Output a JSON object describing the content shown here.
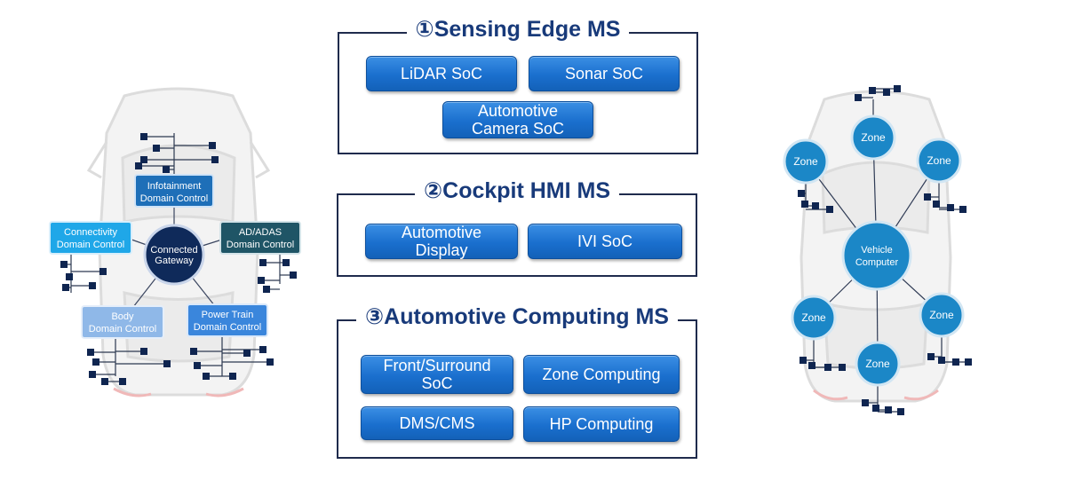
{
  "left_diagram": {
    "infotainment": "Infotainment\nDomain Control",
    "connectivity": "Connectivity\nDomain Control",
    "adas": "AD/ADAS\nDomain Control",
    "gateway": "Connected\nGateway",
    "body": "Body\nDomain Control",
    "power_train": "Power Train\nDomain Control"
  },
  "right_diagram": {
    "zone_label": "Zone",
    "vehicle_computer": "Vehicle\nComputer"
  },
  "sensing_edge": {
    "title": "①Sensing Edge MS",
    "lidar": "LiDAR SoC",
    "sonar": "Sonar SoC",
    "camera": "Automotive\nCamera SoC"
  },
  "cockpit_hmi": {
    "title": "②Cockpit HMI MS",
    "display": "Automotive\nDisplay",
    "ivi": "IVI SoC"
  },
  "automotive_computing": {
    "title": "③Automotive Computing MS",
    "front_surround": "Front/Surround\nSoC",
    "zone_computing": "Zone Computing",
    "dms_cms": "DMS/CMS",
    "hp_computing": "HP Computing"
  },
  "colors": {
    "soc_blue": "#1a6fce",
    "panel_border": "#1f2b4d",
    "title_navy": "#183a7a",
    "gateway_navy": "#0f2a5a",
    "zone_blue": "#1b87c7",
    "node_square": "#0f2550"
  }
}
